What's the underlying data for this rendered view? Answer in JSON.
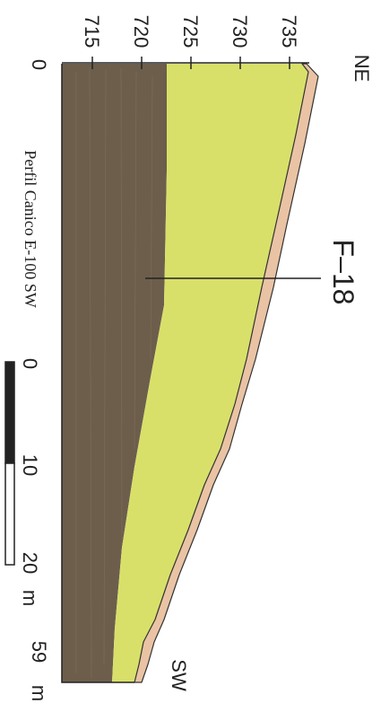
{
  "profile": {
    "title": "Perfil Canico E-100 SW",
    "direction_start": "NE",
    "direction_end": "SW",
    "well_label": "F–18"
  },
  "elevation_axis": {
    "ticks": [
      "715",
      "720",
      "725",
      "730",
      "735"
    ]
  },
  "distance_axis": {
    "start": "0",
    "end": "59",
    "unit": "m"
  },
  "scale_bar": {
    "labels": [
      "0",
      "10",
      "20"
    ],
    "unit": "m"
  },
  "layers": [
    {
      "name": "soil",
      "color": "#e9c3a4"
    },
    {
      "name": "yellow-layer",
      "color": "#d8e06a"
    },
    {
      "name": "dark-layer",
      "color": "#6d5e4c"
    }
  ]
}
